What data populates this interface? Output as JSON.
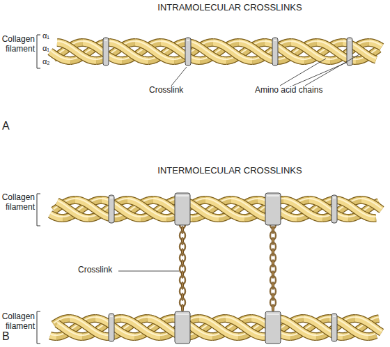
{
  "diagram": {
    "labels": [
      "INTRAMOLECULAR CROSSLINKS",
      "Collagen filament",
      "α₁",
      "α₁",
      "α₂",
      "Crosslink",
      "Amino acid chains",
      "A",
      "INTERMOLECULAR CROSSLINKS",
      "Collagen filament",
      "Crosslink",
      "Collagen filament",
      "B"
    ]
  }
}
